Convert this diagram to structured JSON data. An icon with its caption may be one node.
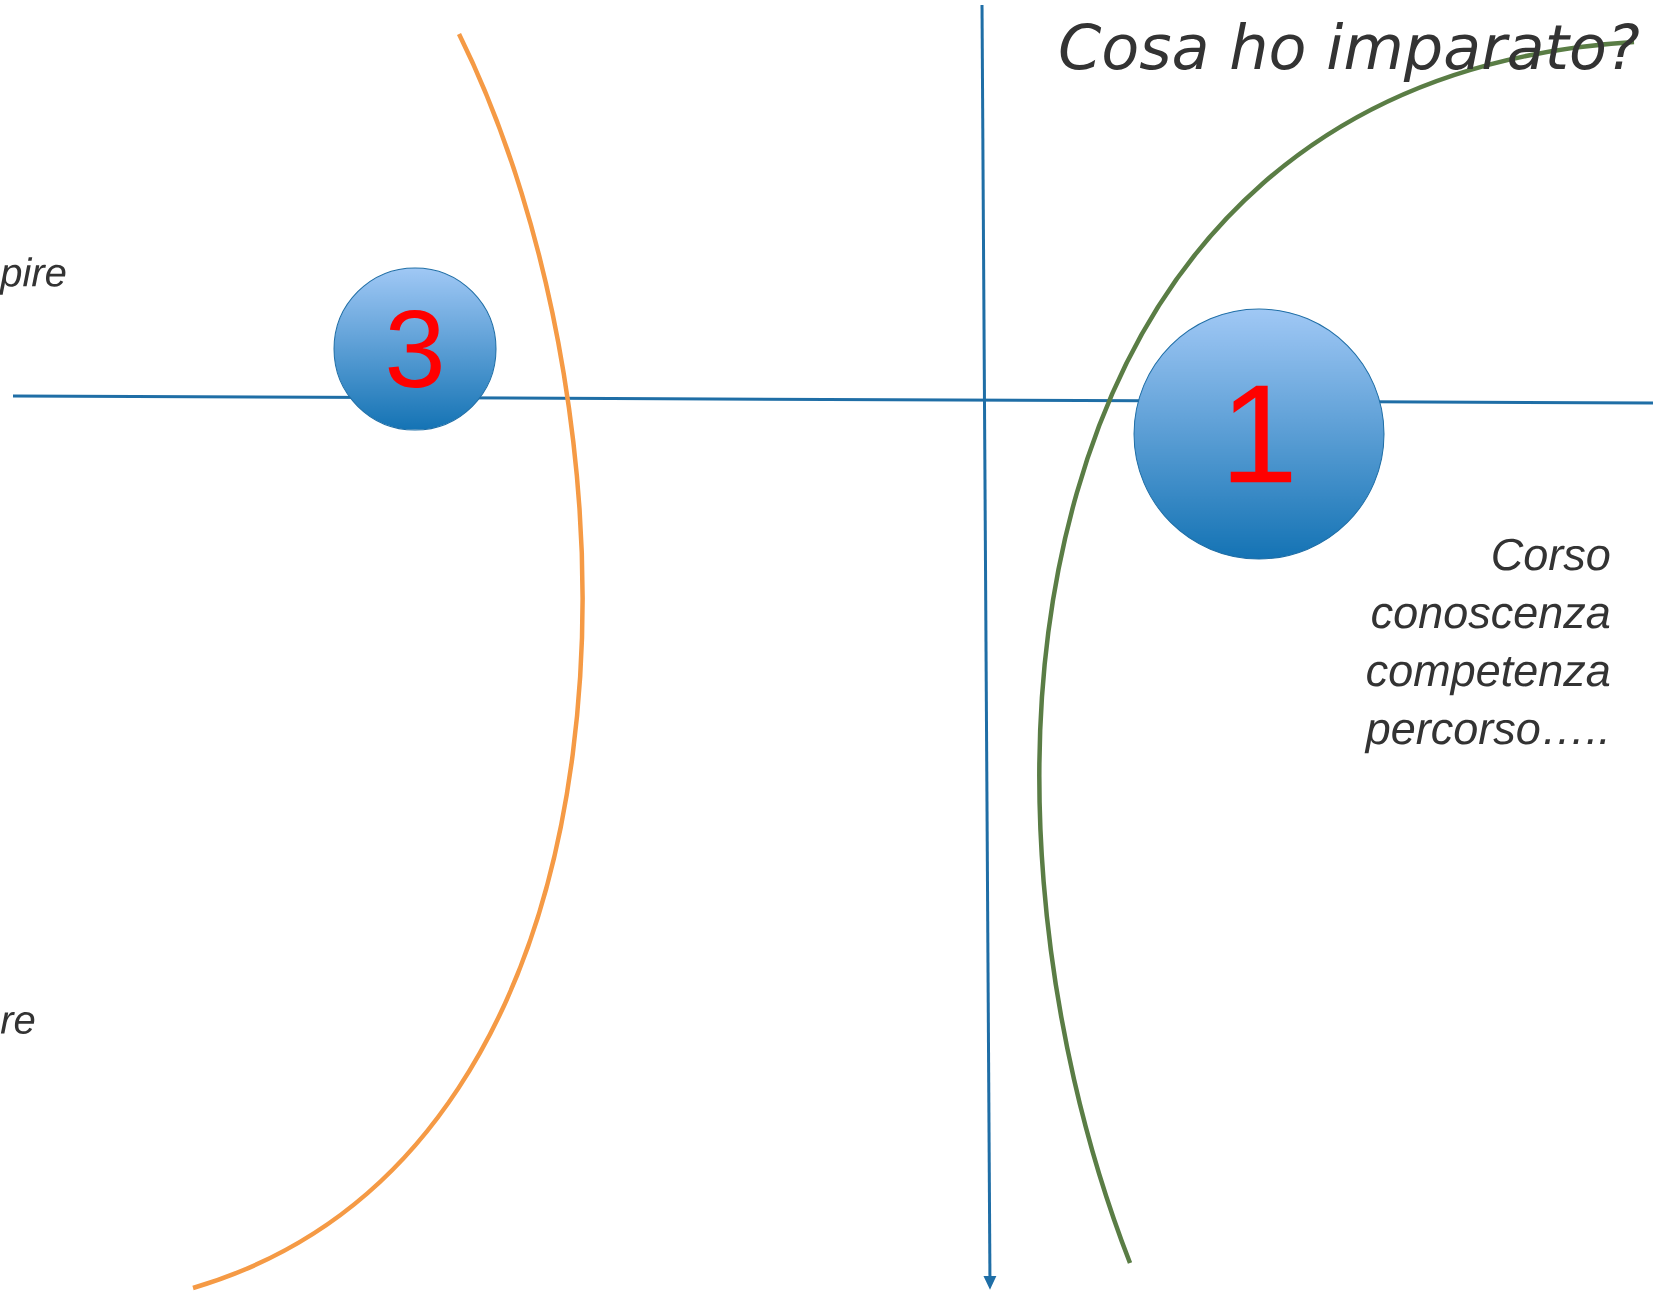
{
  "diagram": {
    "title": "Cosa ho imparato?",
    "nodes": [
      {
        "text": [
          "3"
        ]
      },
      {
        "text": [
          "1"
        ]
      }
    ],
    "labels": [
      "pire",
      "Corso conoscenza competenza percorso…..",
      "re"
    ]
  }
}
